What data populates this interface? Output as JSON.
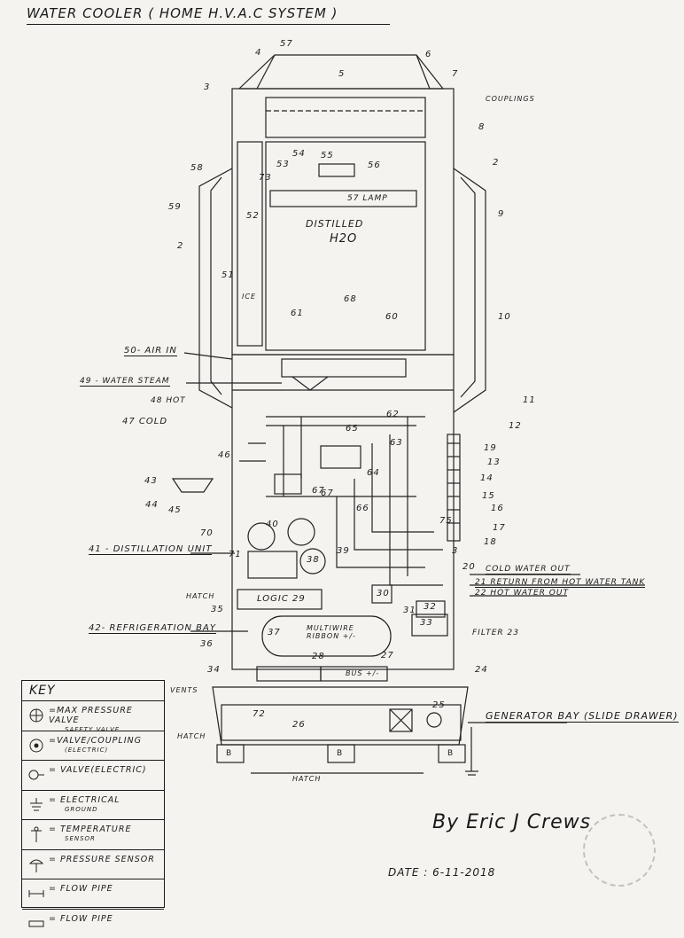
{
  "title": "WATER COOLER ( HOME H.V.A.C SYSTEM )",
  "labels": {
    "couplings": "COUPLINGS",
    "distilled": "DISTILLED",
    "h2o": "H2O",
    "lamp": "57 LAMP",
    "ice": "ICE",
    "air_in": "50- AIR IN",
    "water_steam": "49 - WATER STEAM",
    "hot": "48 HOT",
    "cold": "47 COLD",
    "distillation_unit": "41 - DISTILLATION UNIT",
    "hatch_top": "HATCH",
    "logic": "LOGIC 29",
    "refrigeration_bay": "42- REFRIGERATION BAY",
    "multiwire": "MULTIWIRE RIBBON +/-",
    "bus": "BUS +/-",
    "filter": "FILTER 23",
    "cold_water_out": "COLD WATER OUT",
    "return_hot": "21 RETURN FROM HOT WATER TANK",
    "hot_water_out": "22 HOT WATER OUT",
    "vents": "VENTS",
    "hatch_left": "HATCH",
    "hatch_bottom": "HATCH",
    "generator_bay": "GENERATOR BAY (SLIDE DRAWER)",
    "b_left": "B",
    "b_mid": "B",
    "b_right": "B"
  },
  "numbers": [
    "57",
    "4",
    "5",
    "6",
    "7",
    "3",
    "8",
    "2",
    "58",
    "54",
    "55",
    "56",
    "53",
    "73",
    "59",
    "52",
    "9",
    "2",
    "51",
    "68",
    "60",
    "61",
    "10",
    "11",
    "12",
    "62",
    "65",
    "63",
    "19",
    "13",
    "46",
    "67",
    "14",
    "15",
    "64",
    "43",
    "44",
    "45",
    "16",
    "66",
    "67",
    "17",
    "75",
    "18",
    "70",
    "40",
    "38",
    "39",
    "71",
    "3",
    "20",
    "30",
    "31",
    "32",
    "33",
    "35",
    "36",
    "37",
    "28",
    "27",
    "34",
    "24",
    "25",
    "72",
    "26"
  ],
  "key": {
    "title": "KEY",
    "items": [
      {
        "icon": "max-pressure-valve-icon",
        "label": "=MAX PRESSURE VALVE",
        "sub": "SAFETY VALVE"
      },
      {
        "icon": "valve-coupling-icon",
        "label": "=VALVE/COUPLING",
        "sub": "(ELECTRIC)"
      },
      {
        "icon": "electric-valve-icon",
        "label": "= VALVE(ELECTRIC)",
        "sub": ""
      },
      {
        "icon": "electrical-ground-icon",
        "label": "= ELECTRICAL",
        "sub": "GROUND"
      },
      {
        "icon": "temperature-sensor-icon",
        "label": "= TEMPERATURE",
        "sub": "SENSOR"
      },
      {
        "icon": "pressure-sensor-icon",
        "label": "= PRESSURE SENSOR",
        "sub": ""
      },
      {
        "icon": "flow-pipe-icon",
        "label": "= FLOW PIPE",
        "sub": ""
      },
      {
        "icon": "flow-pipe-2-icon",
        "label": "= FLOW PIPE",
        "sub": ""
      }
    ]
  },
  "signature": "By Eric J Crews",
  "date": "DATE : 6-11-2018"
}
